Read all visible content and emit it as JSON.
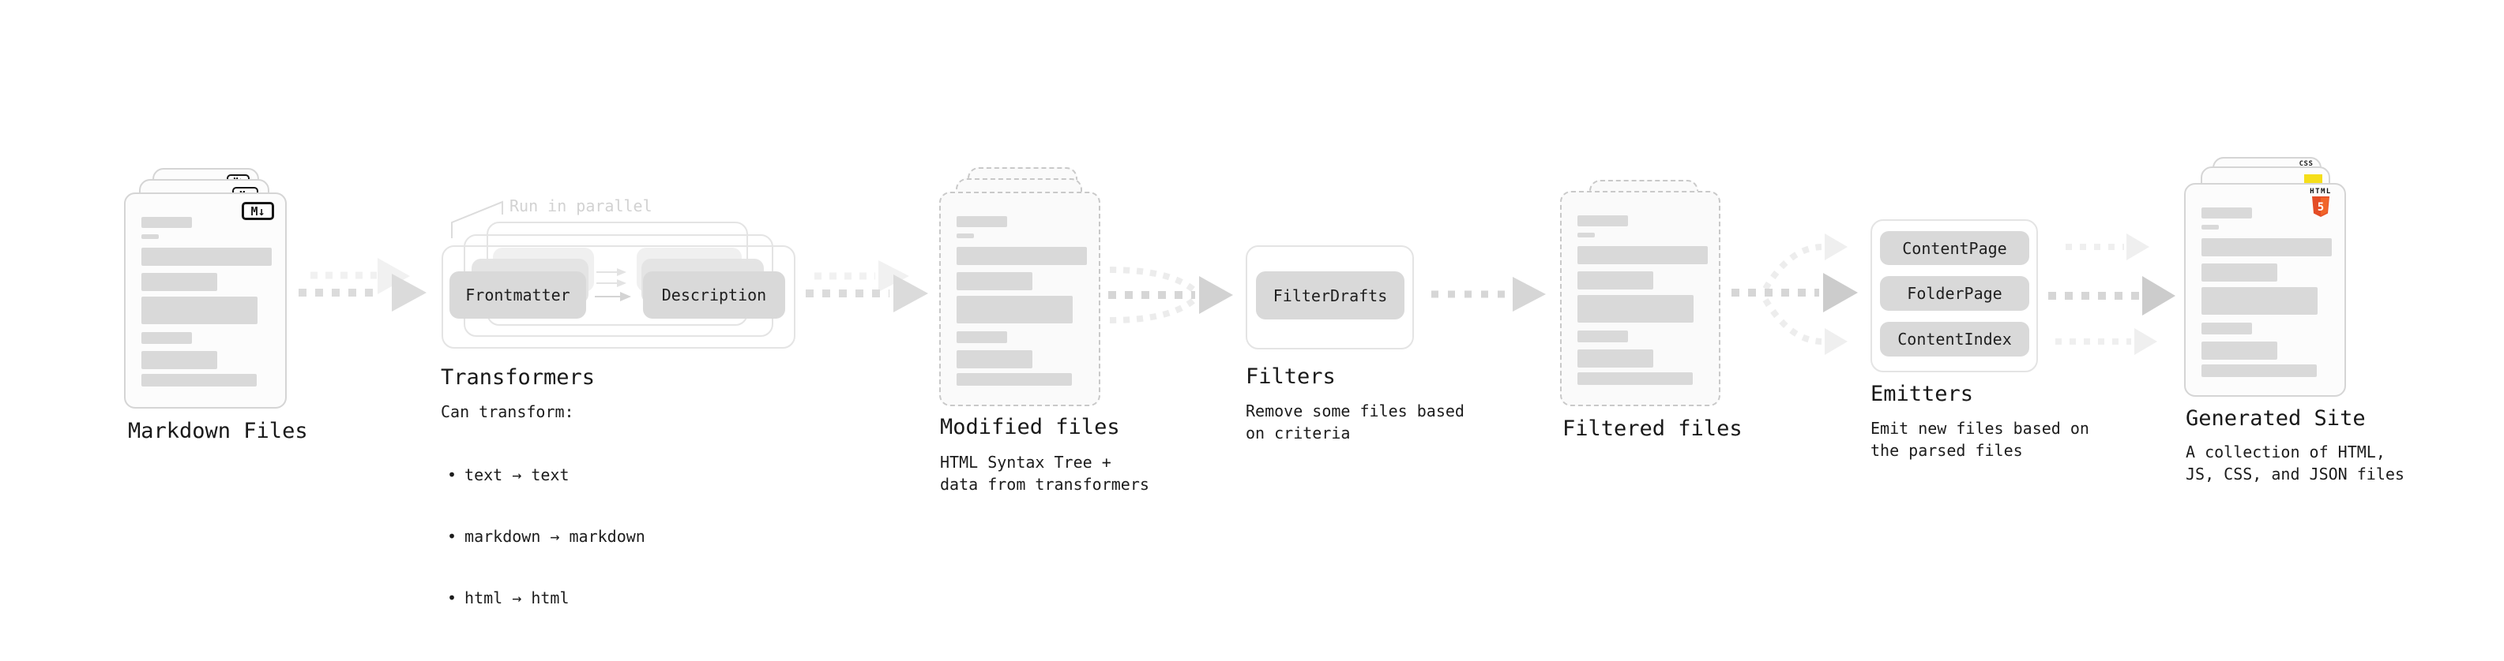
{
  "stages": {
    "markdown_files": {
      "label": "Markdown Files",
      "badge": "M↓"
    },
    "transformers": {
      "label": "Transformers",
      "annotation": "Run in parallel",
      "plugins": [
        "Frontmatter",
        "Description"
      ],
      "desc_title": "Can transform:",
      "bullet_char": "•",
      "bullets": [
        "text → text",
        "markdown → markdown",
        "html → html"
      ]
    },
    "modified_files": {
      "label": "Modified files",
      "desc_line1": "HTML Syntax Tree +",
      "desc_line2": "data from transformers"
    },
    "filters": {
      "label": "Filters",
      "plugins": [
        "FilterDrafts"
      ],
      "desc_line1": "Remove some files based",
      "desc_line2": "on criteria"
    },
    "filtered_files": {
      "label": "Filtered files"
    },
    "emitters": {
      "label": "Emitters",
      "plugins": [
        "ContentPage",
        "FolderPage",
        "ContentIndex"
      ],
      "desc_line1": "Emit new files based on",
      "desc_line2": "the parsed files"
    },
    "generated_site": {
      "label": "Generated Site",
      "desc_line1": "A collection of HTML,",
      "desc_line2": "JS, CSS, and JSON files",
      "badges": {
        "html_word": "HTML",
        "html_number": "5",
        "css": "CSS"
      }
    }
  },
  "colors": {
    "html5_orange": "#e44d26",
    "js_yellow": "#f5de19",
    "css_blue": "#2965f1",
    "bar_gray": "#d9d9d9",
    "arrow_gray": "#d6d6d6",
    "arrow_light": "#efefef"
  }
}
